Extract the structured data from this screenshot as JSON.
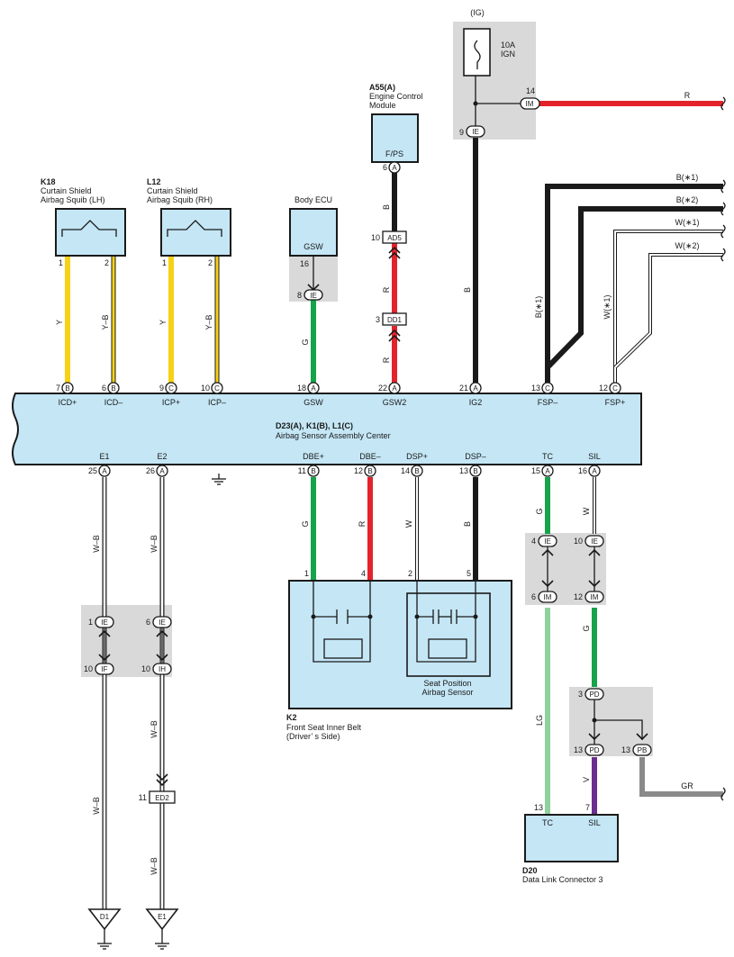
{
  "components": {
    "k18": {
      "code": "K18",
      "name1": "Curtain Shield",
      "name2": "Airbag Squib (LH)"
    },
    "l12": {
      "code": "L12",
      "name1": "Curtain Shield",
      "name2": "Airbag Squib (RH)"
    },
    "body_ecu": {
      "name": "Body ECU",
      "pin_label": "GSW"
    },
    "a55": {
      "code": "A55(A)",
      "name1": "Engine Control",
      "name2": "Module",
      "pin_label": "F/PS"
    },
    "ig": {
      "label": "(IG)",
      "fuse_rating": "10A",
      "fuse_name": "IGN"
    },
    "center": {
      "code": "D23(A), K1(B), L1(C)",
      "name": "Airbag Sensor Assembly Center"
    },
    "k2": {
      "code": "K2",
      "name1": "Front Seat Inner Belt",
      "name2": "(Driver’ s Side)",
      "sub1": "Seat Position",
      "sub2": "Airbag Sensor"
    },
    "d20": {
      "code": "D20",
      "name": "Data Link Connector 3",
      "pin_tc": "TC",
      "pin_sil": "SIL"
    },
    "grounds": {
      "d1": "D1",
      "e1": "E1"
    }
  },
  "center_top_pins": [
    {
      "num": "7",
      "conn": "B",
      "label": "ICD+"
    },
    {
      "num": "6",
      "conn": "B",
      "label": "ICD–"
    },
    {
      "num": "9",
      "conn": "C",
      "label": "ICP+"
    },
    {
      "num": "10",
      "conn": "C",
      "label": "ICP–"
    },
    {
      "num": "18",
      "conn": "A",
      "label": "GSW"
    },
    {
      "num": "22",
      "conn": "A",
      "label": "GSW2"
    },
    {
      "num": "21",
      "conn": "A",
      "label": "IG2"
    },
    {
      "num": "13",
      "conn": "C",
      "label": "FSP–"
    },
    {
      "num": "12",
      "conn": "C",
      "label": "FSP+"
    }
  ],
  "center_bottom_pins": [
    {
      "num": "25",
      "conn": "A",
      "label": "E1"
    },
    {
      "num": "26",
      "conn": "A",
      "label": "E2"
    },
    {
      "num": "11",
      "conn": "B",
      "label": "DBE+"
    },
    {
      "num": "12",
      "conn": "B",
      "label": "DBE–"
    },
    {
      "num": "14",
      "conn": "B",
      "label": "DSP+"
    },
    {
      "num": "13",
      "conn": "B",
      "label": "DSP–"
    },
    {
      "num": "15",
      "conn": "A",
      "label": "TC"
    },
    {
      "num": "16",
      "conn": "A",
      "label": "SIL"
    }
  ],
  "squib_pins": {
    "k18_1": "1",
    "k18_2": "2",
    "l12_1": "1",
    "l12_2": "2"
  },
  "k2_pins": {
    "p1": "1",
    "p4": "4",
    "p2": "2",
    "p5": "5"
  },
  "d20_pins": {
    "tc": "13",
    "sil": "7"
  },
  "connectors": {
    "ie_body_16": "16",
    "ie_body_8": {
      "num": "8",
      "name": "IE"
    },
    "a55_pin": {
      "num": "6",
      "name": "A"
    },
    "ad5": {
      "num": "10",
      "name": "AD5"
    },
    "dd1": {
      "num": "3",
      "name": "DD1"
    },
    "ie_9": {
      "num": "9",
      "name": "IE"
    },
    "im_14": {
      "num": "14",
      "name": "IM"
    },
    "ie_1": {
      "num": "1",
      "name": "IE"
    },
    "if_10": {
      "num": "10",
      "name": "IF"
    },
    "ie_6": {
      "num": "6",
      "name": "IE"
    },
    "ih_10": {
      "num": "10",
      "name": "IH"
    },
    "ed2": {
      "num": "11",
      "name": "ED2"
    },
    "ie_4": {
      "num": "4",
      "name": "IE"
    },
    "im_6": {
      "num": "6",
      "name": "IM"
    },
    "ie_10": {
      "num": "10",
      "name": "IE"
    },
    "im_12": {
      "num": "12",
      "name": "IM"
    },
    "pd_3": {
      "num": "3",
      "name": "PD"
    },
    "pd_13": {
      "num": "13",
      "name": "PD"
    },
    "pb_13": {
      "num": "13",
      "name": "PB"
    }
  },
  "wire_labels": {
    "k18_1": "Y",
    "k18_2": "Y–B",
    "l12_1": "Y",
    "l12_2": "Y–B",
    "gsw": "G",
    "a55_b": "B",
    "ad5_r": "R",
    "dd1_r": "R",
    "ig2": "B",
    "fsp_minus": "B(∗1)",
    "fsp_plus": "W(∗1)",
    "out_r": "R",
    "out_b1": "B(∗1)",
    "out_b2": "B(∗2)",
    "out_w1": "W(∗1)",
    "out_w2": "W(∗2)",
    "e1_top": "W–B",
    "e1_bottom": "W–B",
    "e2_top": "W–B",
    "e2_mid": "W–B",
    "e2_bottom": "W–B",
    "dbe_plus": "G",
    "dbe_minus": "R",
    "dsp_plus": "W",
    "dsp_minus": "B",
    "tc_top": "G",
    "sil_top": "W",
    "tc_lg": "LG",
    "sil_g": "G",
    "sil_v": "V",
    "out_gr": "GR"
  },
  "colors": {
    "yellow": "#f7d117",
    "green": "#16a34a",
    "red": "#e4222b",
    "black": "#1a1a1a",
    "light_green": "#8fd19e",
    "purple": "#6b2d8f",
    "gray": "#8a8a8a",
    "component_fill": "#c4e6f5",
    "group_fill": "#d9d9d9"
  }
}
